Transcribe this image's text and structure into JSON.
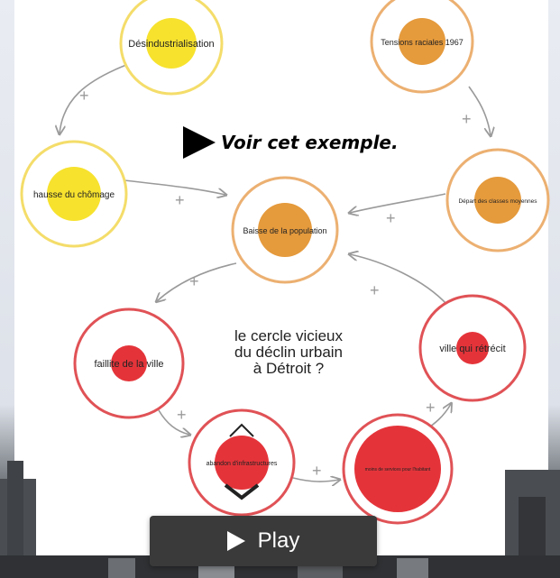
{
  "video": {
    "voir_label": "Voir cet exemple.",
    "play_label": "Play"
  },
  "diagram": {
    "center_text": [
      "le cercle vicieux",
      "du déclin urbain",
      "à Détroit ?"
    ],
    "nodes": [
      {
        "label": "Désindustrialisation",
        "color": "yellow"
      },
      {
        "label": "Tensions raciales 1967",
        "color": "orange"
      },
      {
        "label": "hausse du chômage",
        "color": "yellow"
      },
      {
        "label": "Départ des classes moyennes",
        "color": "orange"
      },
      {
        "label": "Baisse de la population",
        "color": "orange"
      },
      {
        "label": "faillite de la ville",
        "color": "red"
      },
      {
        "label": "ville qui rétrécit",
        "color": "red"
      },
      {
        "label": "abandon d'infrastructures",
        "color": "red"
      },
      {
        "label": "moins de services pour l'habitant",
        "color": "red"
      }
    ],
    "plus_sign": "+"
  },
  "colors": {
    "yellow_fill": "#f7e22e",
    "yellow_ring": "#f4dd6a",
    "orange_fill": "#e59a3c",
    "orange_ring": "#ecb071",
    "red_fill": "#e4343a",
    "red_ring": "#e05256",
    "arrow": "#9a9a9a"
  }
}
